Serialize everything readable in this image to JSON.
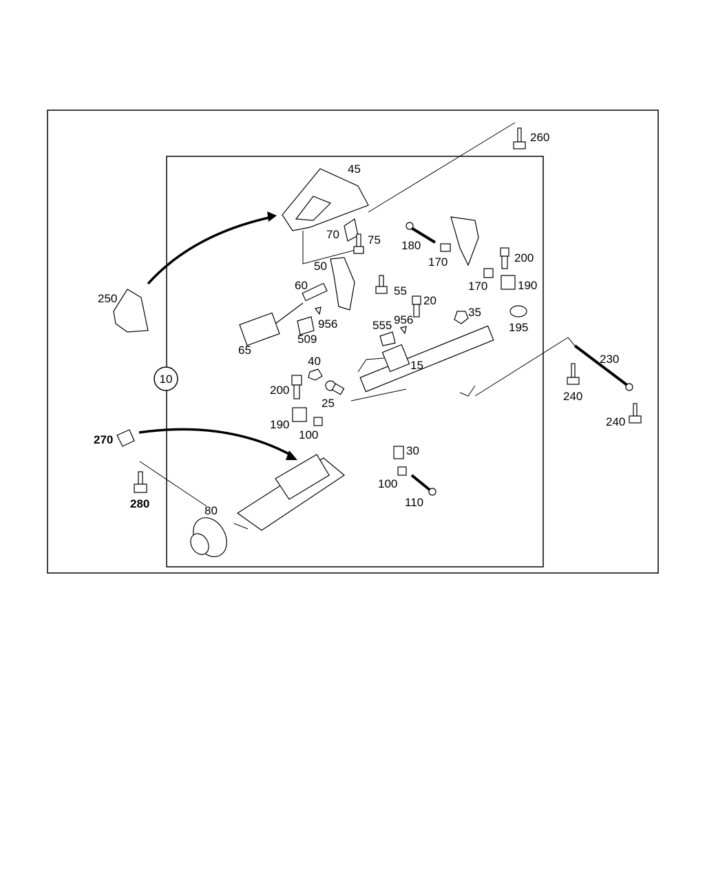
{
  "diagram": {
    "group_label": "10",
    "callouts": {
      "c260": "260",
      "c45": "45",
      "c70": "70",
      "c75": "75",
      "c180": "180",
      "c170a": "170",
      "c200a": "200",
      "c50": "50",
      "c60": "60",
      "c55": "55",
      "c20": "20",
      "c170b": "170",
      "c190a": "190",
      "c250": "250",
      "c956a": "956",
      "c956b": "956",
      "c555": "555",
      "c35": "35",
      "c195": "195",
      "c65": "65",
      "c509": "509",
      "c40": "40",
      "c15": "15",
      "c230": "230",
      "c200b": "200",
      "c25": "25",
      "c240a": "240",
      "c190b": "190",
      "c100a": "100",
      "c240b": "240",
      "c270": "270",
      "c30": "30",
      "c100b": "100",
      "c110": "110",
      "c80": "80",
      "c280": "280"
    }
  }
}
